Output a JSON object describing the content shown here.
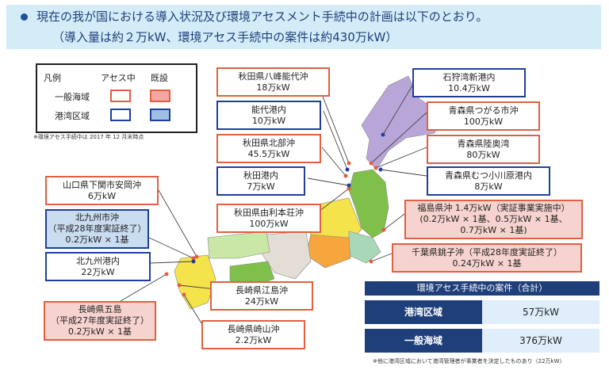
{
  "header": {
    "line1": "現在の我が国における導入状況及び環境アセスメント手続中の計画は以下のとおり。",
    "line2": "（導入量は約２万kW、環境アセス手続中の案件は約430万kW）"
  },
  "legend": {
    "title": "凡例",
    "col_assess": "アセス中",
    "col_existing": "既設",
    "row_general": "一般海域",
    "row_port": "港湾区域"
  },
  "note": "※環境アセス手続中は 2017 年 12 月末時点",
  "colors": {
    "red": "#e06040",
    "blue": "#1f3f9a",
    "red_fill": "#f7d3cf",
    "blue_fill": "#c9dcf0",
    "navy": "#1f3f7a"
  },
  "projects": {
    "akita_happou": {
      "name": "秋田県八峰能代沖",
      "cap": "18万kW"
    },
    "noshiro": {
      "name": "能代港内",
      "cap": "10万kW"
    },
    "akita_hokubu": {
      "name": "秋田県北部沖",
      "cap": "45.5万kW"
    },
    "akita_port": {
      "name": "秋田港内",
      "cap": "7万kW"
    },
    "yurihonjo": {
      "name": "秋田県由利本荘沖",
      "cap": "100万kW"
    },
    "ishikari": {
      "name": "石狩湾新港内",
      "cap": "10.4万kW"
    },
    "tsugaru": {
      "name": "青森県つがる市沖",
      "cap": "100万kW"
    },
    "mutsu_bay": {
      "name": "青森県陸奥湾",
      "cap": "80万kW"
    },
    "mutsu_ogawara": {
      "name": "青森県むつ小川原港内",
      "cap": "8万kW"
    },
    "fukushima": {
      "line1": "福島県沖 1.4万kW（実証事業実施中）",
      "line2": "(0.2万kW × 1基、0.5万kW × 1基、",
      "line3": "0.7万kW × 1基)"
    },
    "choshi": {
      "line1": "千葉県銚子沖（平成28年度実証終了）",
      "line2": "0.24万kW × 1基"
    },
    "shimonoseki": {
      "name": "山口県下関市安岡沖",
      "cap": "6万kW"
    },
    "kitakyushu_off": {
      "line1": "北九州市沖",
      "line2": "（平成28年度実証終了）",
      "line3": "0.2万kW × 1基"
    },
    "kitakyushu_port": {
      "name": "北九州港内",
      "cap": "22万kW"
    },
    "goto": {
      "line1": "長崎県五島",
      "line2": "（平成27年度実証終了）",
      "line3": "0.2万kW × 1基"
    },
    "eshima": {
      "name": "長崎県江島沖",
      "cap": "24万kW"
    },
    "sakiyama": {
      "name": "長崎県崎山沖",
      "cap": "2.2万kW"
    }
  },
  "summary": {
    "title": "環境アセス手続中の案件（合計）",
    "rows": [
      {
        "label": "港湾区域",
        "value": "57万kW"
      },
      {
        "label": "一般海域",
        "value": "376万kW"
      }
    ],
    "footnote": "※他に港湾区域において港湾管理者が事業者を決定したものあり（22万kW）"
  }
}
